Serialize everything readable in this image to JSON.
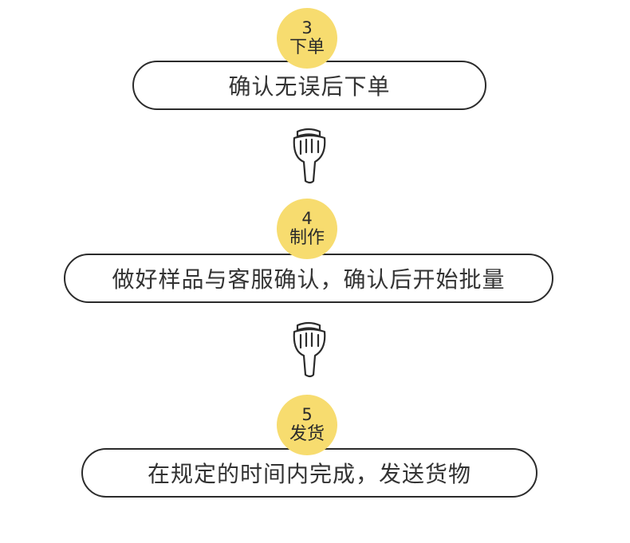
{
  "steps": [
    {
      "number": "3",
      "name": "下单",
      "description": "确认无误后下单"
    },
    {
      "number": "4",
      "name": "制作",
      "description": "做好样品与客服确认，确认后开始批量"
    },
    {
      "number": "5",
      "name": "发货",
      "description": "在规定的时间内完成，发送货物"
    }
  ],
  "icons": {
    "pointer": "pointing-down-hand-icon"
  },
  "colors": {
    "badge": "#f7dc6f",
    "outline": "#2b2b2b",
    "text": "#333333"
  }
}
